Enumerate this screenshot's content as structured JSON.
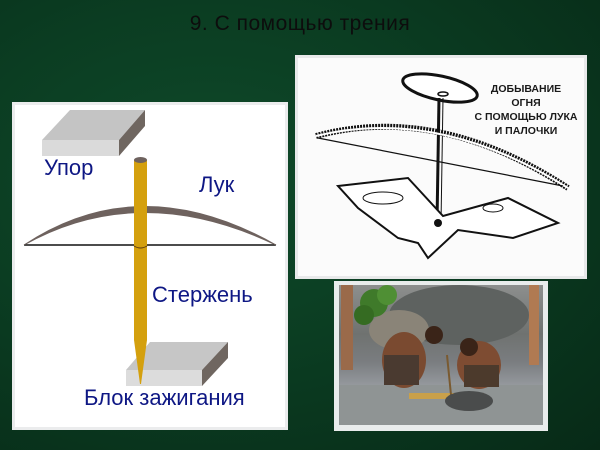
{
  "slide": {
    "title": "9. С помощью трения",
    "background_color": "#0b3d22",
    "title_color": "#0d0d0d"
  },
  "diagram": {
    "labels": {
      "stop": "Упор",
      "bow": "Лук",
      "rod": "Стержень",
      "ignition_block": "Блок зажигания"
    },
    "label_color": "#0e1784",
    "rod_color": "#d4a00e",
    "bow_color": "#6e625e",
    "block_color": "#c8c8c8"
  },
  "sketch": {
    "caption_lines": [
      "ДОБЫВАНИЕ",
      "ОГНЯ",
      "С ПОМОЩЬЮ ЛУКА",
      "И ПАЛОЧКИ"
    ]
  },
  "photo": {
    "description": "two men kneeling, making fire with a stick on a wooden board"
  }
}
